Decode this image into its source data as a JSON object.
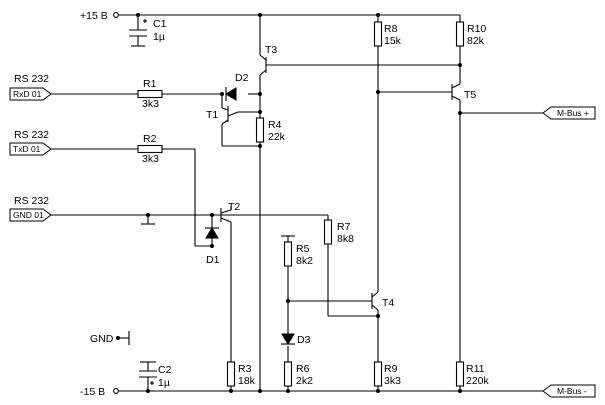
{
  "rails": {
    "pos": "+15 B",
    "neg": "-15 B",
    "gnd": "GND"
  },
  "ports": {
    "rxd": {
      "title": "RS 232",
      "name": "RxD 01"
    },
    "txd": {
      "title": "RS 232",
      "name": "TxD 01"
    },
    "gnd": {
      "title": "RS 232",
      "name": "GND 01"
    },
    "mbus_pos": "M-Bus +",
    "mbus_neg": "M-Bus -"
  },
  "components": {
    "c1": {
      "ref": "C1",
      "value": "1µ"
    },
    "c2": {
      "ref": "C2",
      "value": "1µ"
    },
    "r1": {
      "ref": "R1",
      "value": "3k3"
    },
    "r2": {
      "ref": "R2",
      "value": "3k3"
    },
    "r3": {
      "ref": "R3",
      "value": "18k"
    },
    "r4": {
      "ref": "R4",
      "value": "22k"
    },
    "r5": {
      "ref": "R5",
      "value": "8k2"
    },
    "r6": {
      "ref": "R6",
      "value": "2k2"
    },
    "r7": {
      "ref": "R7",
      "value": "8k8"
    },
    "r8": {
      "ref": "R8",
      "value": "15k"
    },
    "r9": {
      "ref": "R9",
      "value": "3k3"
    },
    "r10": {
      "ref": "R10",
      "value": "82k"
    },
    "r11": {
      "ref": "R11",
      "value": "220k"
    },
    "t1": "T1",
    "t2": "T2",
    "t3": "T3",
    "t4": "T4",
    "t5": "T5",
    "d1": "D1",
    "d2": "D2",
    "d3": "D3"
  }
}
